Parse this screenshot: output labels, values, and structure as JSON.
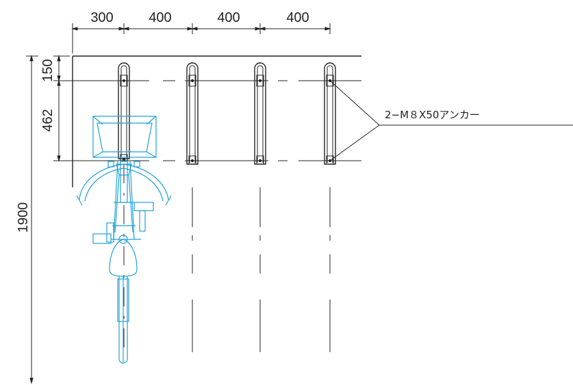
{
  "dimensions": {
    "top": [
      "300",
      "400",
      "400",
      "400"
    ],
    "left_150": "150",
    "left_462": "462",
    "left_1900": "1900"
  },
  "callout": {
    "label": "2−M８X50アンカー"
  },
  "racks": {
    "count": 4
  },
  "colors": {
    "line": "#222222",
    "bicycle": "#1fa0d8"
  }
}
